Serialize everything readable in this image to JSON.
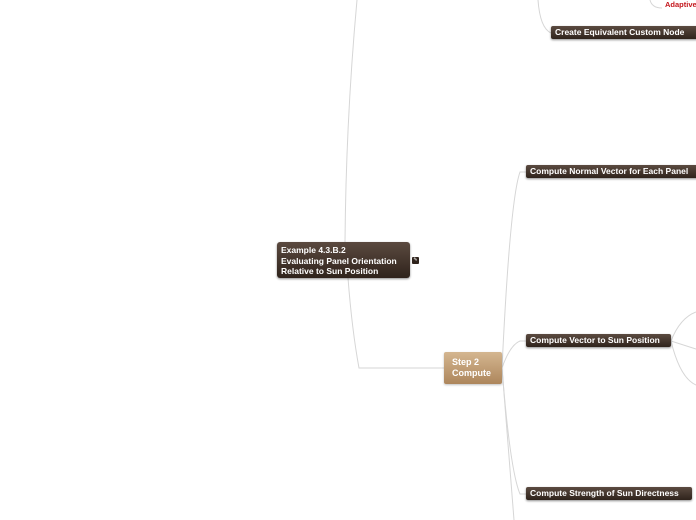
{
  "root": {
    "lines": [
      "Example 4.3.B.2",
      "Evaluating Panel Orientation",
      "Relative to Sun Position"
    ]
  },
  "step": {
    "lines": [
      "Step 2",
      "Compute"
    ]
  },
  "topics": {
    "adaptive": "Adaptive",
    "create_node": "Create Equivalent Custom Node",
    "normal_vector": "Compute Normal Vector for Each Panel",
    "sun_vector": "Compute Vector to Sun Position",
    "sun_strength": "Compute Strength of Sun Directness"
  },
  "icons": {
    "note": "note-icon"
  },
  "colors": {
    "dark_node": "#3f3028",
    "step_node": "#c09e76",
    "connector": "#d3d3d3",
    "accent_red": "#c4161c"
  }
}
